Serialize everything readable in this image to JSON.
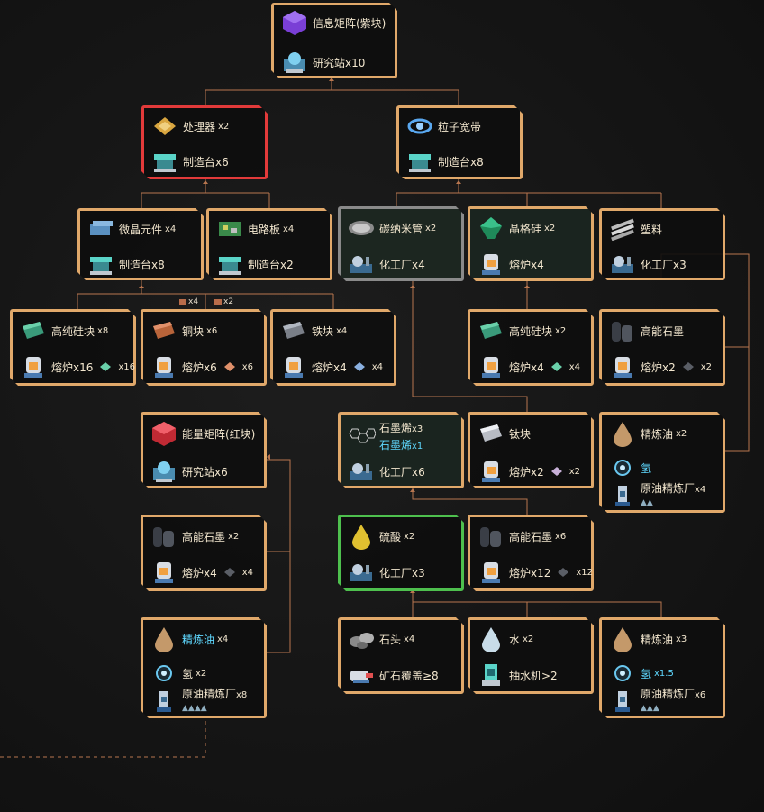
{
  "nodes": {
    "matrix": {
      "name": "信息矩阵(紫块)",
      "machine": "研究站x10"
    },
    "processor": {
      "name": "处理器",
      "qty": "x2",
      "machine": "制造台x6"
    },
    "particle": {
      "name": "粒子宽带",
      "machine": "制造台x8"
    },
    "micro": {
      "name": "微晶元件",
      "qty": "x4",
      "machine": "制造台x8"
    },
    "circuit": {
      "name": "电路板",
      "qty": "x4",
      "machine": "制造台x2"
    },
    "nanotube": {
      "name": "碳纳米管",
      "qty": "x2",
      "machine": "化工厂x4"
    },
    "crystal": {
      "name": "晶格硅",
      "qty": "x2",
      "machine": "熔炉x4"
    },
    "plastic": {
      "name": "塑料",
      "machine": "化工厂x3"
    },
    "hisilicon1": {
      "name": "高纯硅块",
      "qty": "x8",
      "machine": "熔炉x16",
      "extra": "x16"
    },
    "copper": {
      "name": "铜块",
      "qty": "x6",
      "machine": "熔炉x6",
      "extra": "x6"
    },
    "iron": {
      "name": "铁块",
      "qty": "x4",
      "machine": "熔炉x4",
      "extra": "x4"
    },
    "hisilicon2": {
      "name": "高纯硅块",
      "qty": "x2",
      "machine": "熔炉x4",
      "extra": "x4"
    },
    "graphite1": {
      "name": "高能石墨",
      "machine": "熔炉x2",
      "extra": "x2"
    },
    "energy": {
      "name": "能量矩阵(红块)",
      "machine": "研究站x6"
    },
    "graphene": {
      "name": "石墨烯",
      "qty": "x3",
      "sub": "石墨烯",
      "sub_qty": "x1",
      "machine": "化工厂x6"
    },
    "titanium": {
      "name": "钛块",
      "machine": "熔炉x2",
      "extra": "x2"
    },
    "refined1": {
      "name": "精炼油",
      "qty": "x2",
      "sub": "氢",
      "machine": "原油精炼厂",
      "machine_qty": "x4",
      "dots": "▲▲"
    },
    "graphite2": {
      "name": "高能石墨",
      "qty": "x2",
      "machine": "熔炉x4",
      "extra": "x4"
    },
    "sulfuric": {
      "name": "硫酸",
      "qty": "x2",
      "machine": "化工厂x3"
    },
    "graphite3": {
      "name": "高能石墨",
      "qty": "x6",
      "machine": "熔炉x12",
      "extra": "x12"
    },
    "refined2": {
      "name": "精炼油",
      "qty": "x4",
      "sub": "氢",
      "sub_qty": "x2",
      "machine": "原油精炼厂",
      "machine_qty": "x8",
      "dots": "▲▲▲▲"
    },
    "stone": {
      "name": "石头",
      "qty": "x4",
      "machine": "矿石覆盖≥8"
    },
    "water": {
      "name": "水",
      "qty": "x2",
      "machine": "抽水机>2"
    },
    "refined3": {
      "name": "精炼油",
      "qty": "x3",
      "sub": "氢",
      "sub_qty": "x1.5",
      "machine": "原油精炼厂",
      "machine_qty": "x6",
      "dots": "▲▲▲"
    }
  },
  "tags": {
    "a": "x4",
    "b": "x2"
  },
  "colors": {
    "border": "#e0a86a",
    "selected": "#e23a3a",
    "gray": "#8a8a8a",
    "green": "#4ec04e",
    "link": "#b8764f"
  }
}
